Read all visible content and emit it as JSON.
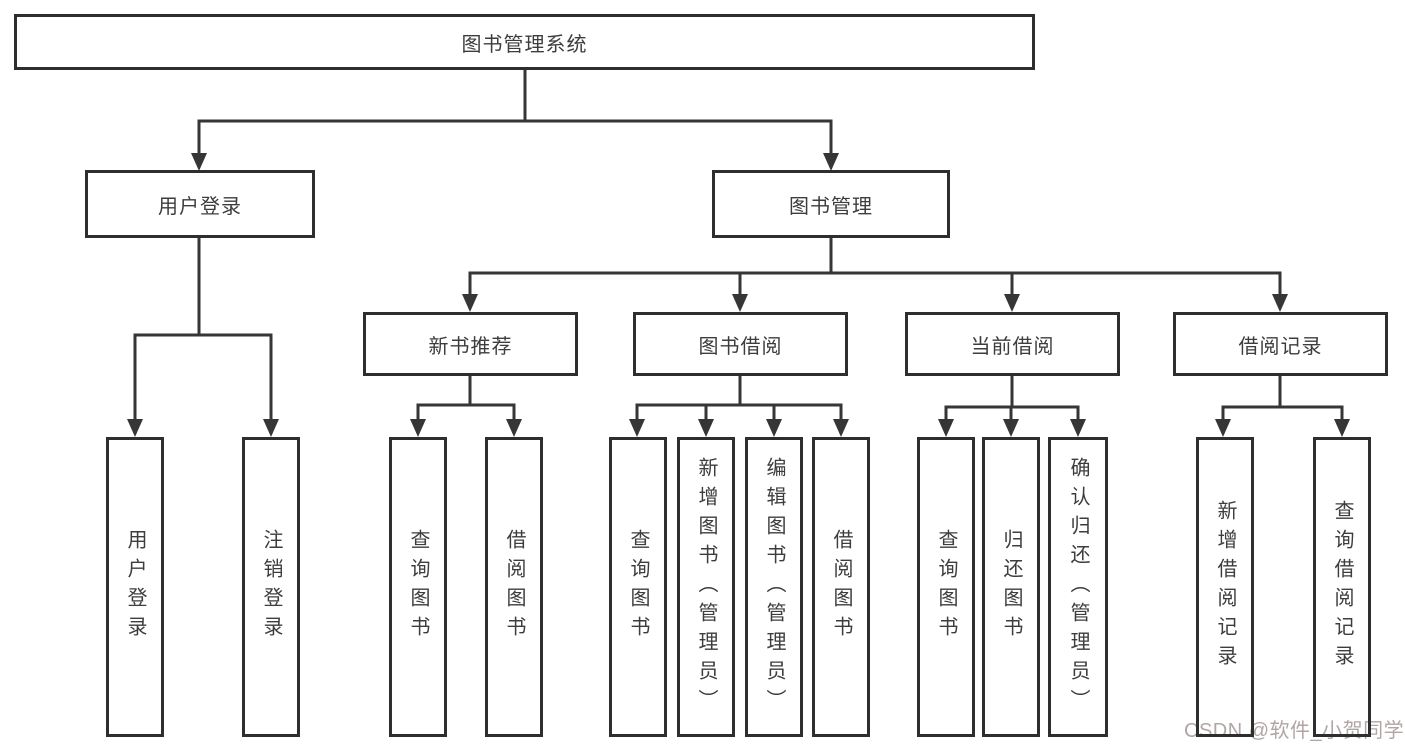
{
  "colors": {
    "background": "#ffffff",
    "line": "#363636",
    "box_border": "#2e2e2e",
    "text": "#3d3d3d",
    "watermark": "#b2a5a5"
  },
  "tree": {
    "label": "图书管理系统",
    "children": [
      {
        "label": "用户登录",
        "children": [
          {
            "label": "用户登录"
          },
          {
            "label": "注销登录"
          }
        ]
      },
      {
        "label": "图书管理",
        "children": [
          {
            "label": "新书推荐",
            "children": [
              {
                "label": "查询图书"
              },
              {
                "label": "借阅图书"
              }
            ]
          },
          {
            "label": "图书借阅",
            "children": [
              {
                "label": "查询图书"
              },
              {
                "label": "新增图书（管理员）"
              },
              {
                "label": "编辑图书（管理员）"
              },
              {
                "label": "借阅图书"
              }
            ]
          },
          {
            "label": "当前借阅",
            "children": [
              {
                "label": "查询图书"
              },
              {
                "label": "归还图书"
              },
              {
                "label": "确认归还（管理员）"
              }
            ]
          },
          {
            "label": "借阅记录",
            "children": [
              {
                "label": "新增借阅记录"
              },
              {
                "label": "查询借阅记录"
              }
            ]
          }
        ]
      }
    ]
  },
  "watermark": {
    "text": "CSDN @软件_小贺同学"
  }
}
